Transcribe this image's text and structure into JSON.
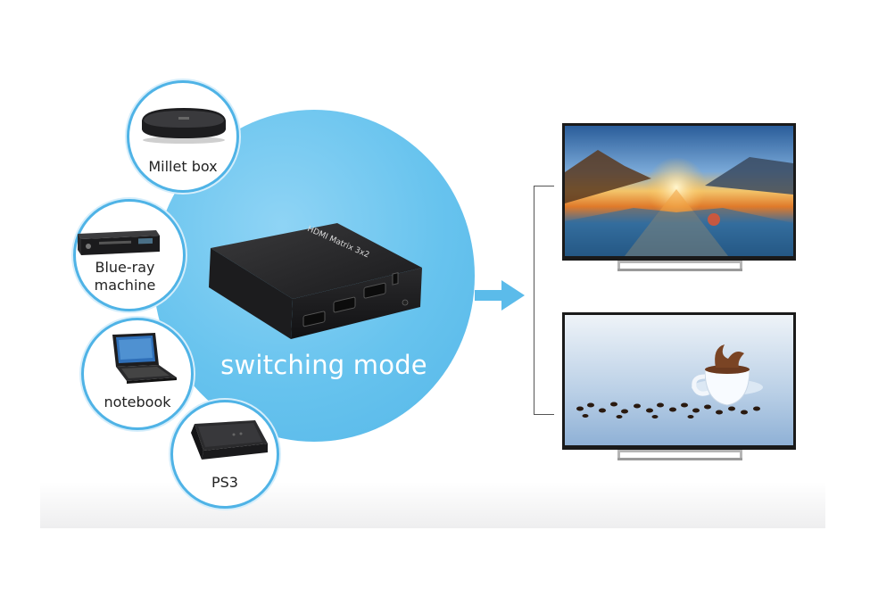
{
  "center": {
    "mode_label": "switching mode",
    "device_name": "HDMI Matrix 3x2"
  },
  "sources": [
    {
      "id": "millet-box",
      "label": "Millet box"
    },
    {
      "id": "blue-ray",
      "label": "Blue-ray machine"
    },
    {
      "id": "notebook",
      "label": "notebook"
    },
    {
      "id": "ps3",
      "label": "PS3"
    }
  ],
  "outputs": [
    {
      "id": "tv-1",
      "icon": "tv-landscape-icon"
    },
    {
      "id": "tv-2",
      "icon": "tv-coffee-cup-icon"
    }
  ],
  "colors": {
    "accent_blue": "#5bbbea",
    "circle_border": "#4fb3e6"
  }
}
